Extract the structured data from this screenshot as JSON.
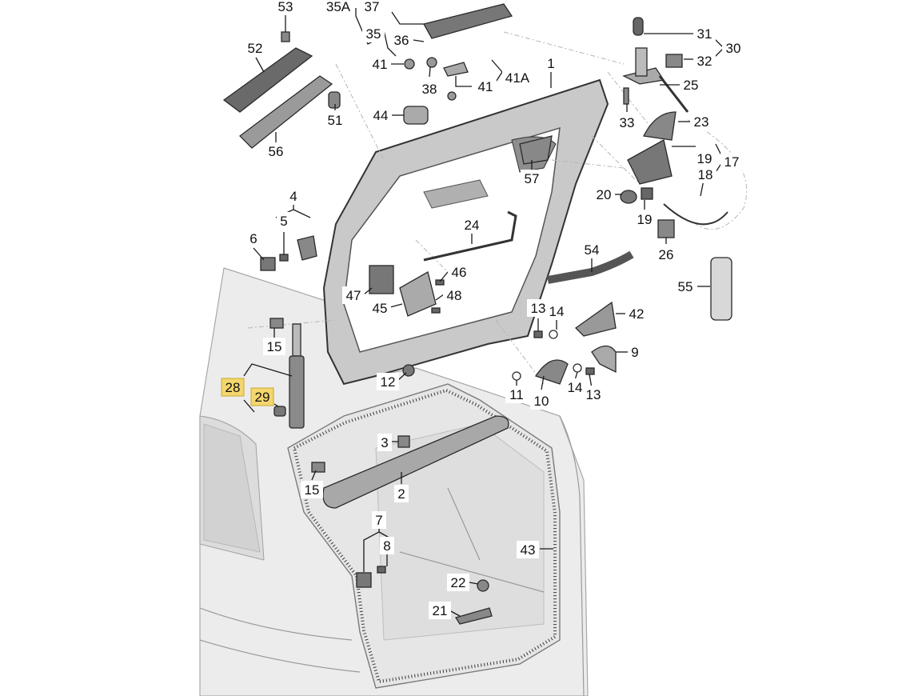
{
  "diagram": {
    "highlight_color": "#f3d66c",
    "labels": [
      {
        "key": "p53",
        "text": "53",
        "highlighted": false
      },
      {
        "key": "p35a",
        "text": "35A",
        "highlighted": false
      },
      {
        "key": "p37",
        "text": "37",
        "highlighted": false
      },
      {
        "key": "p35",
        "text": "35",
        "highlighted": false
      },
      {
        "key": "p36",
        "text": "36",
        "highlighted": false
      },
      {
        "key": "p52",
        "text": "52",
        "highlighted": false
      },
      {
        "key": "p41",
        "text": "41",
        "highlighted": false
      },
      {
        "key": "p38",
        "text": "38",
        "highlighted": false
      },
      {
        "key": "p41b",
        "text": "41",
        "highlighted": false
      },
      {
        "key": "p41a",
        "text": "41A",
        "highlighted": false
      },
      {
        "key": "p51",
        "text": "51",
        "highlighted": false
      },
      {
        "key": "p56",
        "text": "56",
        "highlighted": false
      },
      {
        "key": "p44",
        "text": "44",
        "highlighted": false
      },
      {
        "key": "p1",
        "text": "1",
        "highlighted": false
      },
      {
        "key": "p31",
        "text": "31",
        "highlighted": false
      },
      {
        "key": "p30",
        "text": "30",
        "highlighted": false
      },
      {
        "key": "p32",
        "text": "32",
        "highlighted": false
      },
      {
        "key": "p25",
        "text": "25",
        "highlighted": false
      },
      {
        "key": "p33",
        "text": "33",
        "highlighted": false
      },
      {
        "key": "p23",
        "text": "23",
        "highlighted": false
      },
      {
        "key": "p19",
        "text": "19",
        "highlighted": false
      },
      {
        "key": "p17",
        "text": "17",
        "highlighted": false
      },
      {
        "key": "p18",
        "text": "18",
        "highlighted": false
      },
      {
        "key": "p57",
        "text": "57",
        "highlighted": false
      },
      {
        "key": "p20",
        "text": "20",
        "highlighted": false
      },
      {
        "key": "p19b",
        "text": "19",
        "highlighted": false
      },
      {
        "key": "p26",
        "text": "26",
        "highlighted": false
      },
      {
        "key": "p4",
        "text": "4",
        "highlighted": false
      },
      {
        "key": "p5",
        "text": "5",
        "highlighted": false
      },
      {
        "key": "p6",
        "text": "6",
        "highlighted": false
      },
      {
        "key": "p24",
        "text": "24",
        "highlighted": false
      },
      {
        "key": "p54",
        "text": "54",
        "highlighted": false
      },
      {
        "key": "p55",
        "text": "55",
        "highlighted": false
      },
      {
        "key": "p46",
        "text": "46",
        "highlighted": false
      },
      {
        "key": "p47",
        "text": "47",
        "highlighted": false
      },
      {
        "key": "p48",
        "text": "48",
        "highlighted": false
      },
      {
        "key": "p45",
        "text": "45",
        "highlighted": false
      },
      {
        "key": "p13",
        "text": "13",
        "highlighted": false
      },
      {
        "key": "p14",
        "text": "14",
        "highlighted": false
      },
      {
        "key": "p42",
        "text": "42",
        "highlighted": false
      },
      {
        "key": "p15",
        "text": "15",
        "highlighted": false
      },
      {
        "key": "p9",
        "text": "9",
        "highlighted": false
      },
      {
        "key": "p12",
        "text": "12",
        "highlighted": false
      },
      {
        "key": "p11",
        "text": "11",
        "highlighted": false
      },
      {
        "key": "p10",
        "text": "10",
        "highlighted": false
      },
      {
        "key": "p14b",
        "text": "14",
        "highlighted": false
      },
      {
        "key": "p13b",
        "text": "13",
        "highlighted": false
      },
      {
        "key": "p28",
        "text": "28",
        "highlighted": true
      },
      {
        "key": "p29",
        "text": "29",
        "highlighted": true
      },
      {
        "key": "p3",
        "text": "3",
        "highlighted": false
      },
      {
        "key": "p15b",
        "text": "15",
        "highlighted": false
      },
      {
        "key": "p2",
        "text": "2",
        "highlighted": false
      },
      {
        "key": "p7",
        "text": "7",
        "highlighted": false
      },
      {
        "key": "p8",
        "text": "8",
        "highlighted": false
      },
      {
        "key": "p43",
        "text": "43",
        "highlighted": false
      },
      {
        "key": "p22",
        "text": "22",
        "highlighted": false
      },
      {
        "key": "p21",
        "text": "21",
        "highlighted": false
      }
    ]
  }
}
